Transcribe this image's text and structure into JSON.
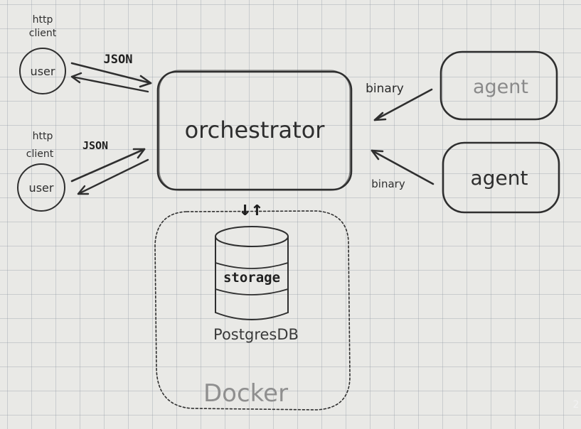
{
  "diagram": {
    "orchestrator_label": "orchestrator",
    "clients": [
      {
        "caption": "http client",
        "caption_line1": "http",
        "caption_line2": "client",
        "node_label": "user",
        "protocol_label": "JSON"
      },
      {
        "caption": "http client",
        "caption_line1": "http",
        "caption_line2": "client",
        "node_label": "user",
        "protocol_label": "JSON"
      }
    ],
    "agents": [
      {
        "label": "agent",
        "protocol_label": "binary"
      },
      {
        "label": "agent",
        "protocol_label": "binary"
      }
    ],
    "storage": {
      "label": "storage",
      "db_name": "PostgresDB",
      "container_label": "Docker",
      "link_glyph": "↓↑"
    },
    "page_number": "2"
  },
  "colors": {
    "paper": "#e9e9e6",
    "grid": "#9aa3ad",
    "pencil": "#2f2f2f"
  }
}
